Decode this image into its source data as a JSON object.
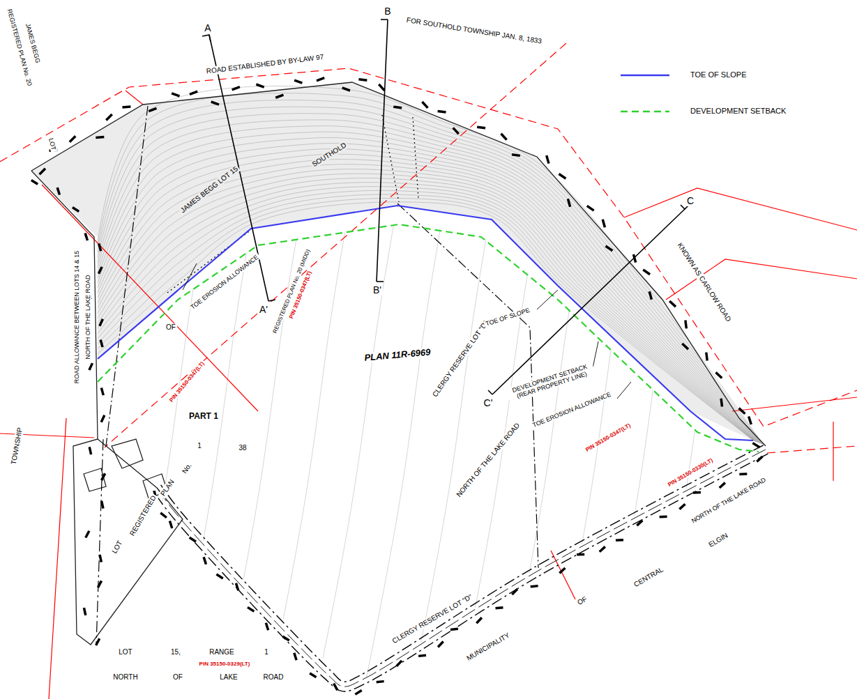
{
  "diagram": {
    "labels": [
      "ROAD ESTABLISHED BY BY-LAW 97",
      "FOR SOUTHOLD TOWNSHIP JAN. 8, 1833",
      "KNOWN AS CARLOW ROAD",
      "SOUTHOLD",
      "JAMES BEGG LOT 15",
      "REGISTERED PLAN No. 20 (MIDD)",
      "PIN 35150-0347(LT)",
      "REGISTERED PLAN No. 20",
      "JAMES BEGG",
      "LOT",
      "ROAD ALLOWANCE BETWEEN LOTS 14 & 15",
      "NORTH OF THE LAKE ROAD",
      "PLAN 11R-6969",
      "CLERGY RESERVE LOT \"D\"",
      "NORTH OF THE LAKE ROAD",
      "TOE OF SLOPE",
      "DEVELOPMENT SETBACK (REAR PROPERTY LINE)",
      "TOE EROSION ALLOWANCE",
      "TOE EROSION ALLOWANCE",
      "PIN 35150-0347(LT)",
      "PIN 35150-0347(LT)",
      "PART 1",
      "OF",
      "1",
      "38",
      "No.",
      "PLAN",
      "REGISTERED",
      "LOT",
      "TOWNSHIP",
      "LOT",
      "15,",
      "RANGE",
      "1",
      "PIN 35150-0329(LT)",
      "NORTH",
      "OF",
      "LAKE",
      "ROAD",
      "CLERGY RESERVE LOT \"D\"",
      "MUNICIPALITY",
      "OF",
      "CENTRAL",
      "ELGIN",
      "NORTH OF THE LAKE ROAD",
      "PIN 35150-0330(LT)",
      "A",
      "A'",
      "B",
      "B'",
      "C",
      "C'"
    ],
    "legend": [
      {
        "text": "TOE OF SLOPE"
      },
      {
        "text": "DEVELOPMENT SETBACK"
      }
    ]
  }
}
